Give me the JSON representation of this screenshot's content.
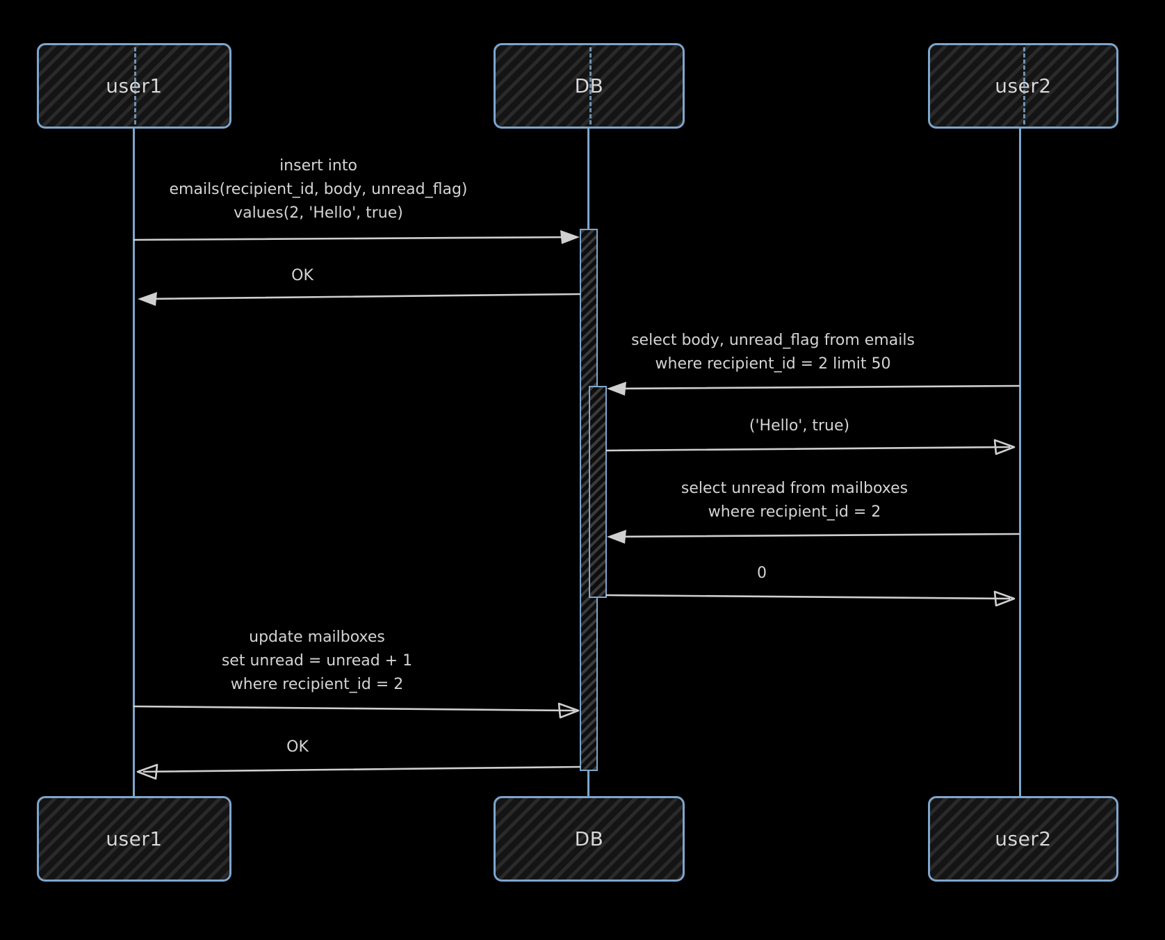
{
  "diagram": {
    "type": "sequence-diagram",
    "theme": "dark-hand-drawn",
    "colors": {
      "background": "#000000",
      "lifeline": "#7ea6cd",
      "box_border": "#7ea6cd",
      "box_fill": "#1c1c1c",
      "text": "#d4d4d4",
      "arrow": "#cfcfcf"
    },
    "actors": [
      {
        "id": "user1",
        "label": "user1"
      },
      {
        "id": "DB",
        "label": "DB"
      },
      {
        "id": "user2",
        "label": "user2"
      }
    ],
    "messages": [
      {
        "from": "user1",
        "to": "DB",
        "kind": "call",
        "lines": [
          "insert into",
          "emails(recipient_id, body, unread_flag)",
          "values(2, 'Hello', true)"
        ]
      },
      {
        "from": "DB",
        "to": "user1",
        "kind": "return",
        "lines": [
          "OK"
        ]
      },
      {
        "from": "user2",
        "to": "DB",
        "kind": "call",
        "lines": [
          "select body, unread_flag from emails",
          "where recipient_id = 2 limit 50"
        ]
      },
      {
        "from": "DB",
        "to": "user2",
        "kind": "return",
        "lines": [
          "('Hello', true)"
        ]
      },
      {
        "from": "user2",
        "to": "DB",
        "kind": "call",
        "lines": [
          "select unread from mailboxes",
          "where recipient_id = 2"
        ]
      },
      {
        "from": "DB",
        "to": "user2",
        "kind": "return",
        "lines": [
          "0"
        ]
      },
      {
        "from": "user1",
        "to": "DB",
        "kind": "call",
        "lines": [
          "update mailboxes",
          "set unread = unread + 1",
          "where recipient_id = 2"
        ]
      },
      {
        "from": "DB",
        "to": "user1",
        "kind": "return",
        "lines": [
          "OK"
        ]
      }
    ]
  }
}
